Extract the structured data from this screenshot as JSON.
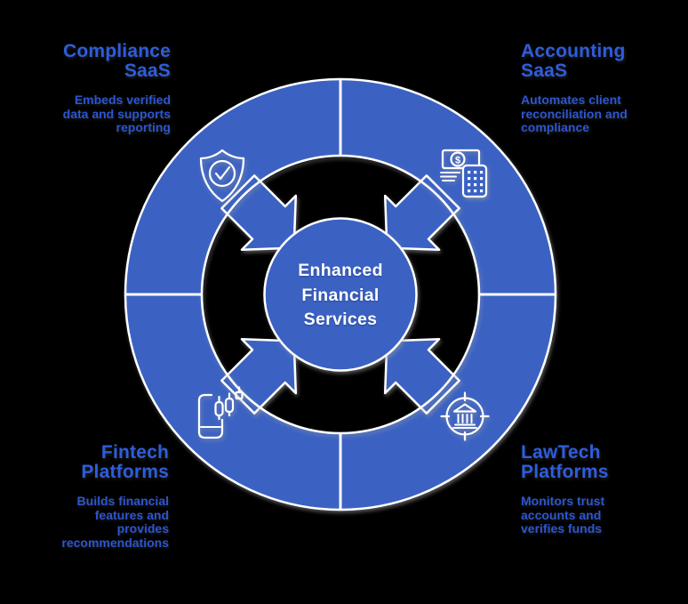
{
  "diagram": {
    "type": "hub-and-spoke-ring",
    "background": "#000000"
  },
  "colors": {
    "ring_blue": "#3a62c3",
    "heading_blue": "#2e5cdc",
    "body_blue": "#2d55cf",
    "icon_stroke": "#ffffff",
    "divider": "#ffffff",
    "center_text": "#ffffff"
  },
  "center": {
    "label": "Enhanced Financial Services"
  },
  "icons": {
    "currency_symbol": "$"
  },
  "quadrants": [
    {
      "position": "top-left",
      "title": "Compliance SaaS",
      "description": "Embeds verified data and supports reporting",
      "icon": "shield-check-icon"
    },
    {
      "position": "top-right",
      "title": "Accounting SaaS",
      "description": "Automates client reconciliation and compliance",
      "icon": "money-calculator-icon"
    },
    {
      "position": "bottom-left",
      "title": "Fintech Platforms",
      "description": "Builds financial features and provides recommendations",
      "icon": "phone-chart-icon"
    },
    {
      "position": "bottom-right",
      "title": "LawTech Platforms",
      "description": "Monitors trust accounts and verifies funds",
      "icon": "bank-target-icon"
    }
  ]
}
